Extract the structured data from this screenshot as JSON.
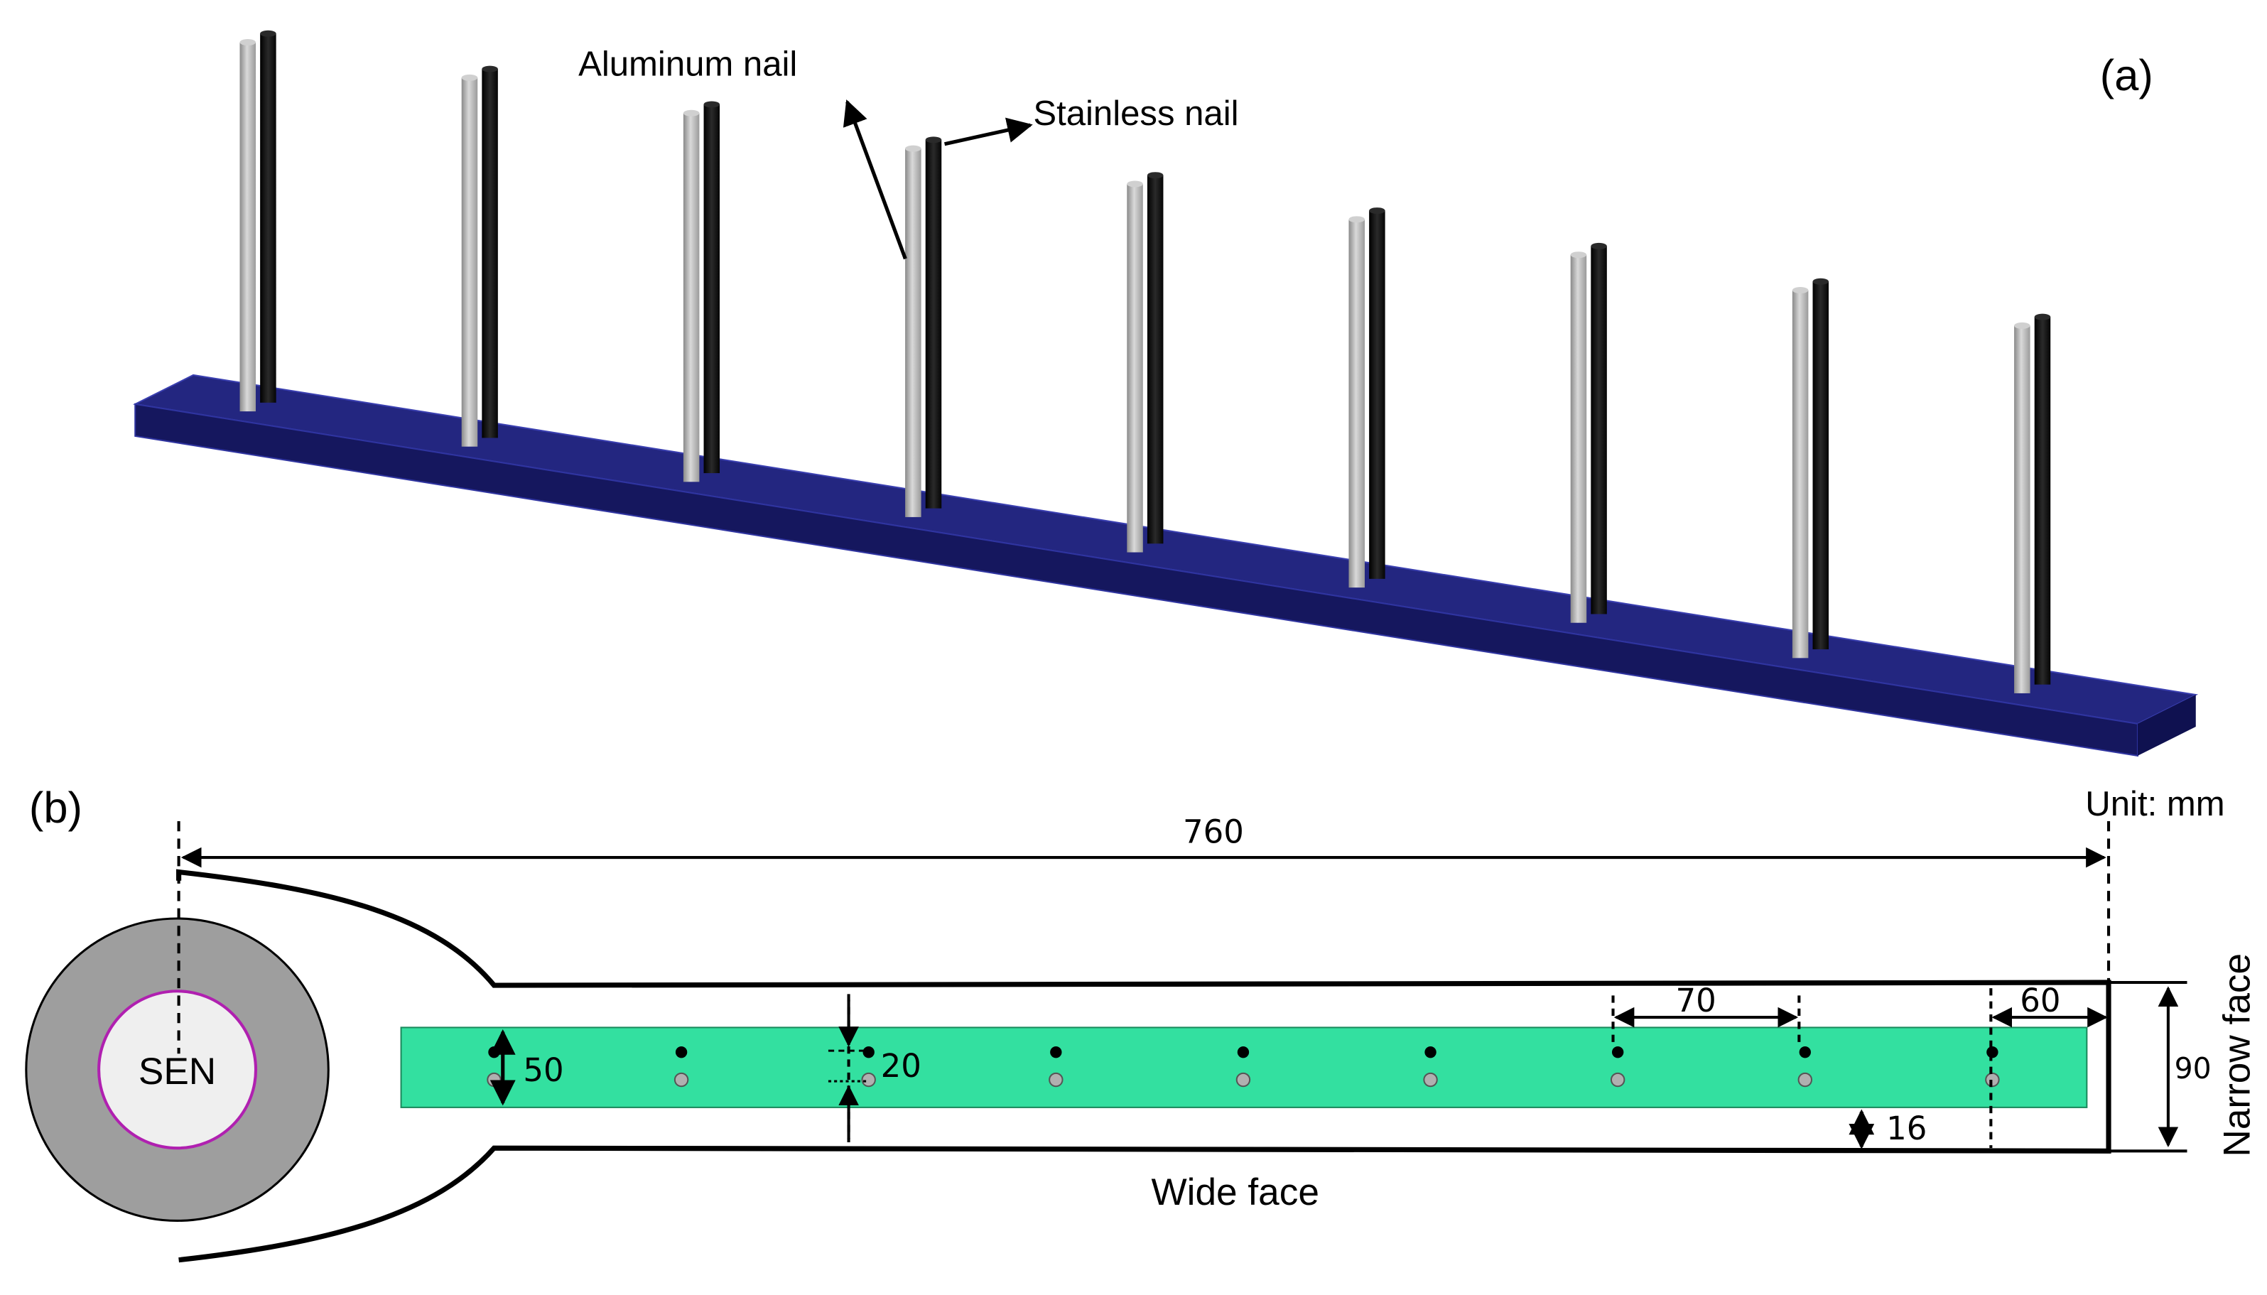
{
  "panel_a": {
    "label": "(a)",
    "aluminum_label": "Aluminum nail",
    "stainless_label": "Stainless nail",
    "nail_pair_count": 9,
    "colors": {
      "bar": "#1a1c6e",
      "aluminum": "#b8b8b8",
      "stainless": "#111111"
    }
  },
  "panel_b": {
    "label": "(b)",
    "unit_label": "Unit: mm",
    "sen_label": "SEN",
    "wide_face_label": "Wide face",
    "narrow_face_label": "Narrow face",
    "dims": {
      "total_length": "760",
      "nail_spacing": "70",
      "end_offset": "60",
      "board_width": "90",
      "strip_width": "50",
      "nail_gap": "20",
      "strip_offset": "16"
    },
    "nail_pair_count": 9,
    "colors": {
      "strip": "#33e0a0",
      "sen_outer": "#9e9e9e",
      "sen_inner": "#efefef",
      "sen_ring": "#b020b0"
    }
  }
}
